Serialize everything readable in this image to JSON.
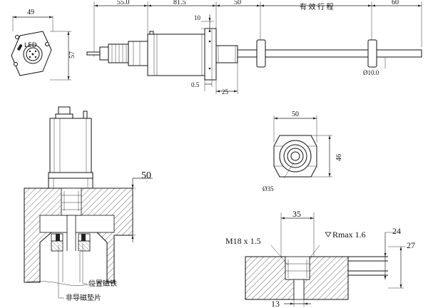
{
  "top_view": {
    "dim_width": "49",
    "dim_height": "57",
    "led_label": "LED"
  },
  "side_view": {
    "dim_cable": "55.0",
    "dim_body": "81.5",
    "dim_flange": "50",
    "dim_stroke_label": "有 效 行 程",
    "dim_end": "60",
    "dim_10": "10",
    "dim_05": "0.5",
    "dim_25": "25",
    "dim_rod": "Ø10.0"
  },
  "install_view": {
    "dim_50": "50",
    "label_position_magnet": "位置磁铁",
    "label_nonmagnetic_spacer": "非导磁垫片"
  },
  "end_view": {
    "dim_width": "50",
    "dim_height": "46",
    "dim_dia": "Ø35"
  },
  "thread_view": {
    "dim_35": "35",
    "thread": "M18 x 1.5",
    "roughness": "Rmax 1.6",
    "dim_24": "24",
    "dim_27": "27",
    "dim_13": "13"
  }
}
